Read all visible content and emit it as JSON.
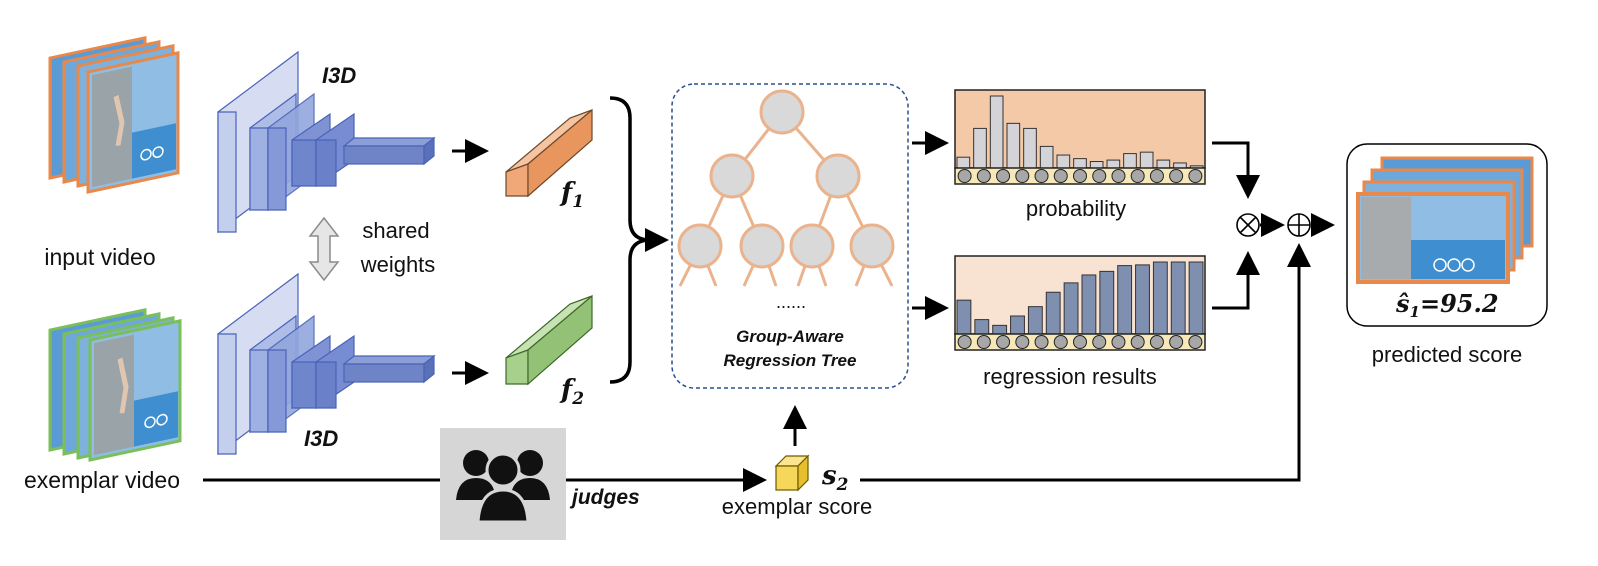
{
  "labels": {
    "input_video": "input video",
    "exemplar_video": "exemplar video",
    "i3d_top": "I3D",
    "i3d_bottom": "I3D",
    "shared_weights_line1": "shared",
    "shared_weights_line2": "weights",
    "f1_base": "f",
    "f1_sub": "1",
    "f2_base": "f",
    "f2_sub": "2",
    "tree_dots": "......",
    "tree_title_line1": "Group-Aware",
    "tree_title_line2": "Regression Tree",
    "probability": "probability",
    "regression_results": "regression results",
    "judges": "judges",
    "s2_base": "s",
    "s2_sub": "2",
    "exemplar_score": "exemplar score",
    "predicted_score_base": "ŝ",
    "predicted_score_sub": "1",
    "predicted_score_value": "=95.2",
    "predicted_score": "predicted score",
    "otimes": "⊗",
    "oplus": "⊕"
  },
  "colors": {
    "input_frame": "#e8884a",
    "exemplar_frame": "#7bbf5a",
    "i3d_fill": "#c9d3ee",
    "i3d_stroke": "#4a63b8",
    "f1_fill": "#f0a878",
    "f2_fill": "#a8d08d",
    "tree_node": "#d9d9d9",
    "tree_stroke": "#eab38d",
    "prob_bg": "#f4c9a8",
    "reg_bg": "#f8e2d2",
    "prob_bar": "#d4d4d8",
    "reg_bar": "#7f8fb0",
    "slot_bg": "#f6e8b8",
    "judges_bg": "#d6d6d6",
    "score_cube": "#f7d75a"
  },
  "icons": {
    "judges": "people-group-icon",
    "shared_weights": "double-arrow-icon",
    "multiply": "otimes-icon",
    "add": "oplus-icon"
  },
  "probability_bars": [
    0.15,
    0.55,
    1.0,
    0.62,
    0.55,
    0.3,
    0.18,
    0.13,
    0.09,
    0.11,
    0.2,
    0.22,
    0.11,
    0.07,
    0.03
  ],
  "regression_bars": [
    0.47,
    0.2,
    0.12,
    0.25,
    0.38,
    0.58,
    0.71,
    0.82,
    0.87,
    0.95,
    0.96,
    1.0,
    1.0,
    1.0
  ]
}
